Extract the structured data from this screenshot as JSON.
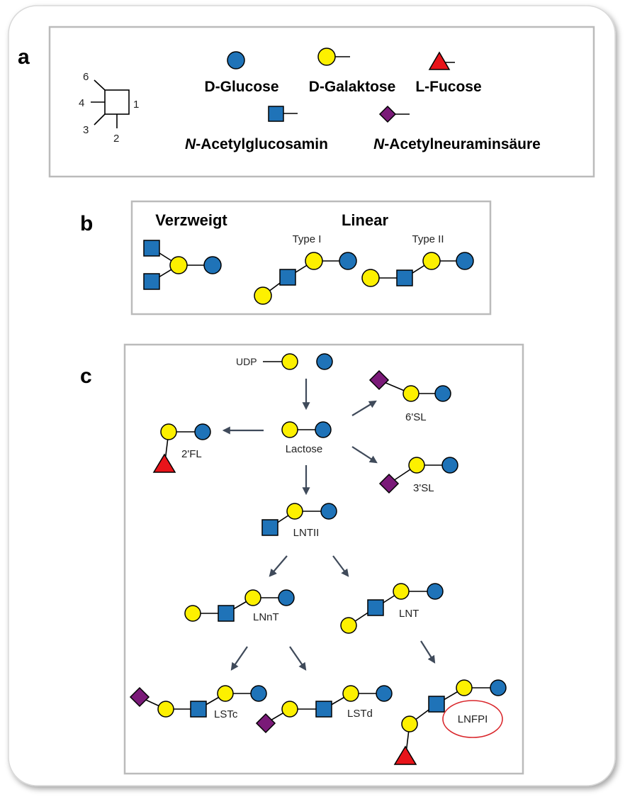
{
  "panels": {
    "a": {
      "letter": "a",
      "ring_positions": [
        "6",
        "4",
        "3",
        "2",
        "1"
      ],
      "legend": {
        "glucose": "D-Glucose",
        "galactose": "D-Galaktose",
        "fucose": "L-Fucose",
        "glcnac_italic": "N",
        "glcnac_rest": "-Acetylglucosamin",
        "neu5ac_italic": "N",
        "neu5ac_rest": "-Acetylneuraminsäure"
      }
    },
    "b": {
      "letter": "b",
      "branched": "Verzweigt",
      "linear": "Linear",
      "type1": "Type I",
      "type2": "Type II"
    },
    "c": {
      "letter": "c",
      "udp": "UDP",
      "lactose": "Lactose",
      "fl2": "2'FL",
      "sl6": "6'SL",
      "sl3": "3'SL",
      "lntii": "LNTII",
      "lnnt": "LNnT",
      "lnt": "LNT",
      "lstc": "LSTc",
      "lstd": "LSTd",
      "lnfpi": "LNFPI"
    }
  },
  "colors": {
    "glucose": "#1f73b8",
    "galactose": "#fdf000",
    "glcnac": "#1f73b8",
    "fucose": "#e8141a",
    "neu5ac": "#7a1a78",
    "highlight": "#d9262b"
  }
}
